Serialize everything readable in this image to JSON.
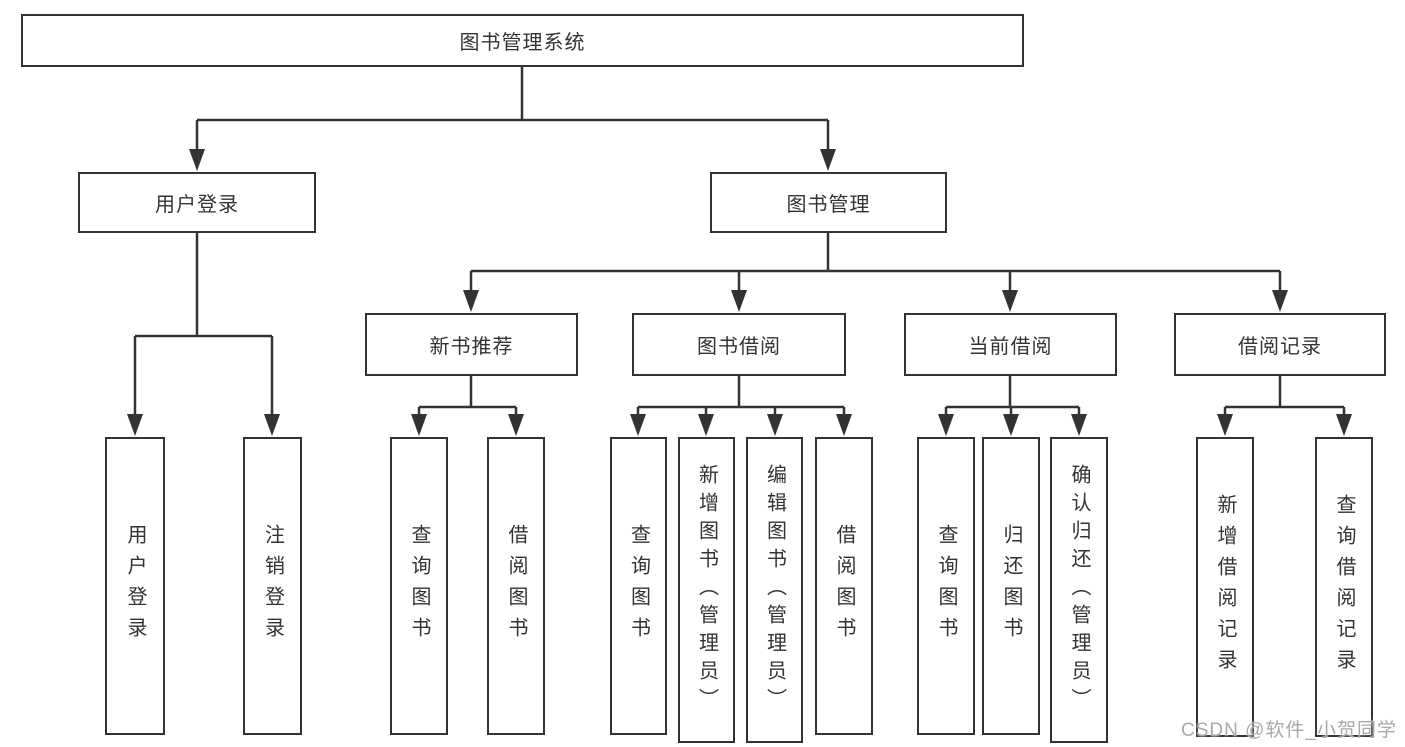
{
  "tree": {
    "root": {
      "label": "图书管理系统"
    },
    "branches": [
      {
        "label": "用户登录",
        "leaves": [
          {
            "label": "用户登录"
          },
          {
            "label": "注销登录"
          }
        ]
      },
      {
        "label": "图书管理",
        "groups": [
          {
            "label": "新书推荐",
            "leaves": [
              {
                "label": "查询图书"
              },
              {
                "label": "借阅图书"
              }
            ]
          },
          {
            "label": "图书借阅",
            "leaves": [
              {
                "label": "查询图书"
              },
              {
                "label": "新增图书（管理员）"
              },
              {
                "label": "编辑图书（管理员）"
              },
              {
                "label": "借阅图书"
              }
            ]
          },
          {
            "label": "当前借阅",
            "leaves": [
              {
                "label": "查询图书"
              },
              {
                "label": "归还图书"
              },
              {
                "label": "确认归还（管理员）"
              }
            ]
          },
          {
            "label": "借阅记录",
            "leaves": [
              {
                "label": "新增借阅记录"
              },
              {
                "label": "查询借阅记录"
              }
            ]
          }
        ]
      }
    ]
  },
  "watermark": {
    "text": "CSDN @软件_小贺同学"
  },
  "colors": {
    "line": "#333333",
    "box_border": "#333333",
    "text": "#333333",
    "watermark": "#a9a9a9",
    "background": "#ffffff"
  }
}
